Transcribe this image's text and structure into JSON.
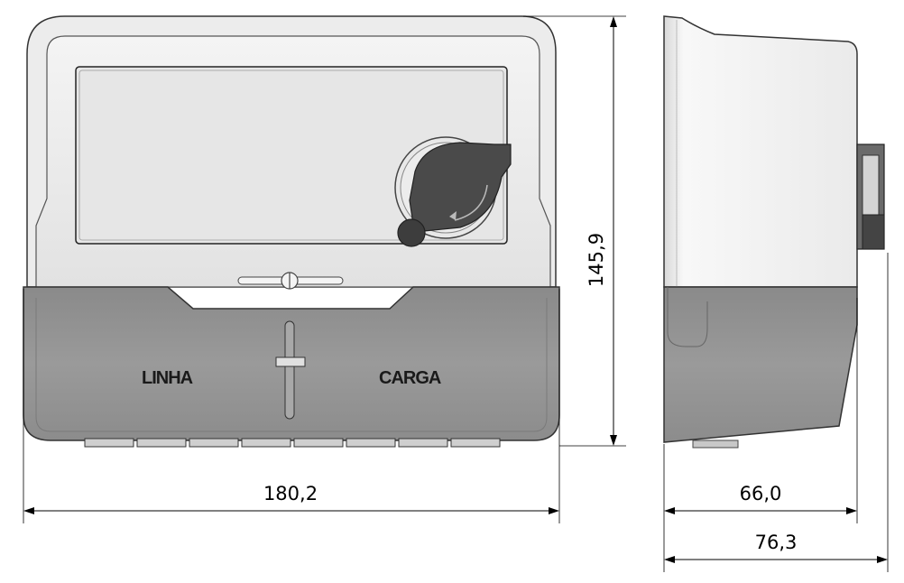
{
  "front_view": {
    "labels": {
      "left": "LINHA",
      "right": "CARGA"
    }
  },
  "dimensions": {
    "front_width": "180,2",
    "height": "145,9",
    "side_depth_body": "66,0",
    "side_depth_total": "76,3"
  }
}
